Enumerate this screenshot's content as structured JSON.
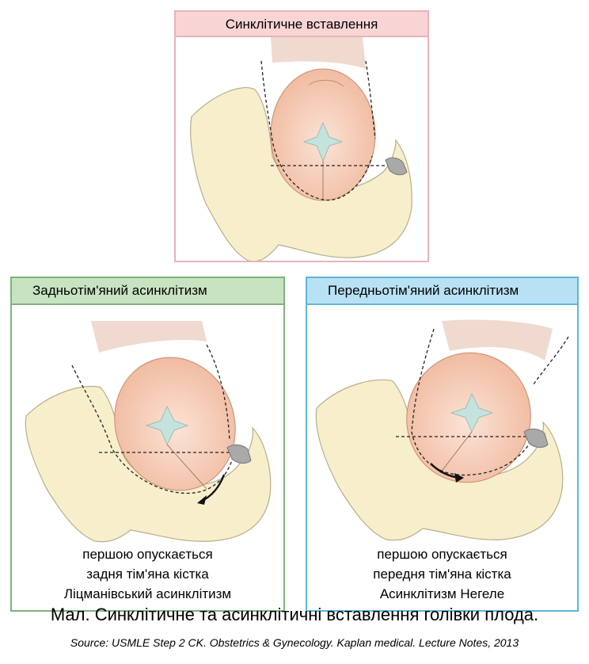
{
  "panels": {
    "top": {
      "title": "Синклітичне вставлення"
    },
    "left": {
      "title": "Задньотім'яний асинклітизм",
      "caption": [
        "першою опускається",
        "задня тім'яна кістка",
        "Ліцманівський асинклітизм"
      ]
    },
    "right": {
      "title": "Передньотім'яний асинклітизм",
      "caption": [
        "першою опускається",
        "передня тім'яна кістка",
        "Асинклітизм Негеле"
      ]
    }
  },
  "figure_caption": "Мал. Синклітичне та асинклітичні вставлення голівки плода.",
  "source": "Source: USMLE Step 2 CK. Obstetrics & Gynecology. Kaplan medical. Lecture Notes, 2013",
  "colors": {
    "pelvis": "#f7efcb",
    "head": "#f3c6ad",
    "fontanelle": "#c4e3dc",
    "symphysis": "#a9a9a9",
    "top_header": "#f9d4d4",
    "left_header": "#c7e3c1",
    "right_header": "#b8e2f4"
  },
  "icons": {
    "arrow": "curved-arrow-icon"
  }
}
